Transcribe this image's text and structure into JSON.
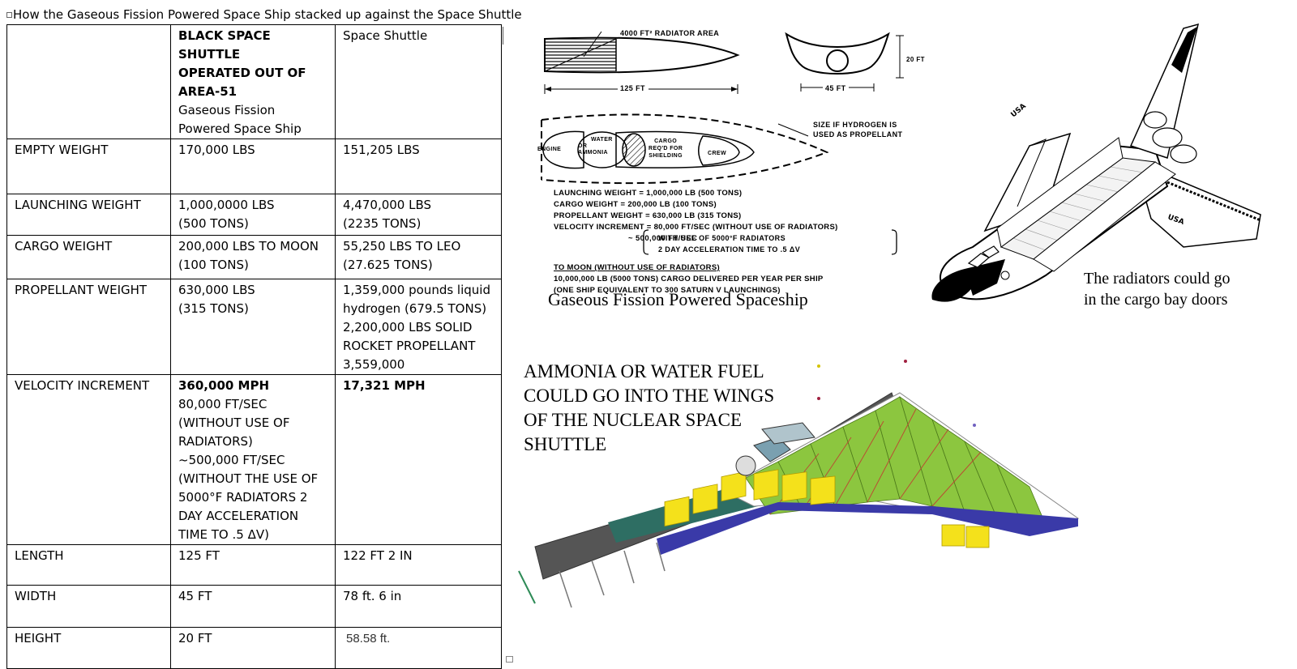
{
  "caption": "How the Gaseous Fission Powered Space Ship stacked up against the Space Shuttle",
  "table": {
    "header": {
      "col2_bold": [
        "BLACK SPACE SHUTTLE",
        "OPERATED OUT OF",
        "AREA-51"
      ],
      "col2_normal": [
        "Gaseous Fission",
        "Powered Space Ship"
      ],
      "col3": "Space Shuttle"
    },
    "rows": [
      {
        "label": "EMPTY WEIGHT",
        "fission": [
          "170,000 LBS"
        ],
        "shuttle": [
          "151,205 LBS"
        ]
      },
      {
        "label": "LAUNCHING WEIGHT",
        "fission": [
          "1,000,0000 LBS",
          "(500 TONS)"
        ],
        "shuttle": [
          "4,470,000 LBS",
          "(2235 TONS)"
        ]
      },
      {
        "label": "CARGO WEIGHT",
        "fission": [
          "200,000 LBS TO MOON",
          "(100 TONS)"
        ],
        "shuttle": [
          "55,250 LBS TO LEO",
          "(27.625 TONS)"
        ]
      },
      {
        "label": "PROPELLANT WEIGHT",
        "fission": [
          "630,000 LBS",
          "(315 TONS)"
        ],
        "shuttle": [
          "1,359,000 pounds liquid",
          "hydrogen (679.5 TONS)",
          "2,200,000 LBS SOLID",
          "ROCKET PROPELLANT",
          "3,559,000"
        ]
      },
      {
        "label": "VELOCITY INCREMENT",
        "fission_bold": "360,000 MPH",
        "fission": [
          "80,000 FT/SEC",
          "(WITHOUT USE OF",
          "RADIATORS)",
          "~500,000 FT/SEC",
          "(WITHOUT THE USE OF",
          "5000°F RADIATORS 2",
          "DAY ACCELERATION",
          "TIME TO .5  ΔV)"
        ],
        "shuttle_bold": "17,321 MPH"
      },
      {
        "label": "LENGTH",
        "fission": [
          "125 FT"
        ],
        "shuttle": [
          "122 FT 2 IN"
        ]
      },
      {
        "label": "WIDTH",
        "fission": [
          "45 FT"
        ],
        "shuttle": [
          "78 ft. 6 in"
        ]
      },
      {
        "label": "HEIGHT",
        "fission": [
          "20 FT"
        ],
        "shuttle": [
          "58.58 ft."
        ]
      }
    ]
  },
  "diagram": {
    "radiator_area": "4000 FT² RADIATOR AREA",
    "dim_length": "125 FT",
    "dim_width": "45 FT",
    "dim_height": "20 FT",
    "hydrogen_note": [
      "SIZE IF HYDROGEN IS",
      "USED AS PROPELLANT"
    ],
    "engine": "ENGINE",
    "water_ammonia": [
      "WATER",
      "OR",
      "AMMONIA"
    ],
    "cargo": [
      "CARGO",
      "REQ'D FOR",
      "SHIELDING"
    ],
    "crew": "CREW",
    "stats": [
      "LAUNCHING WEIGHT = 1,000,000 LB (500 TONS)",
      "CARGO WEIGHT = 200,000 LB (100 TONS)",
      "PROPELLANT WEIGHT = 630,000 LB (315 TONS)",
      "VELOCITY INCREMENT = 80,000 FT/SEC (WITHOUT USE OF RADIATORS)"
    ],
    "velocity_alt_prefix": "~ 500,000 FT/SEC",
    "velocity_alt": [
      "WITH USE OF 5000°F RADIATORS",
      "2 DAY ACCELERATION TIME TO .5  ΔV"
    ],
    "moon": [
      "TO MOON (WITHOUT USE OF RADIATORS)",
      "10,000,000 LB (5000 TONS) CARGO DELIVERED PER YEAR PER SHIP",
      "(ONE SHIP EQUIVALENT TO 300 SATURN V LAUNCHINGS)"
    ],
    "caption": "Gaseous Fission Powered Spaceship"
  },
  "shuttle_caption": [
    "The radiators could go",
    "in the cargo bay doors"
  ],
  "wing_caption": [
    "AMMONIA OR WATER FUEL",
    "COULD GO INTO THE WINGS",
    "OF THE NUCLEAR SPACE",
    "SHUTTLE"
  ],
  "shuttle_markings": {
    "usa": "USA"
  },
  "colors": {
    "wing_green": "#8cc63f",
    "wing_yellow": "#f4e11b",
    "wing_spar": "#3a3aa8",
    "wing_dark": "#555555"
  }
}
